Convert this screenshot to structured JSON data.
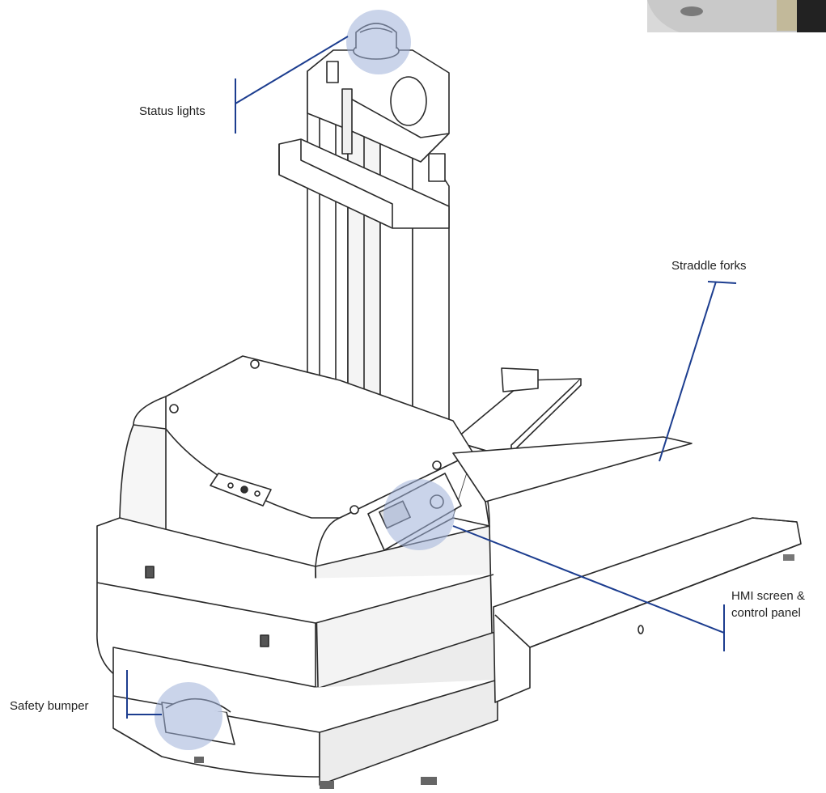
{
  "colors": {
    "callout_line": "#1c3d8f",
    "highlight": "#9fb0d8",
    "outline": "#2a2a2a",
    "body_fill": "#ffffff",
    "shade": "#e8e8e8"
  },
  "callouts": {
    "status_lights": "Status lights",
    "straddle_forks": "Straddle forks",
    "hmi_line1": "HMI screen &",
    "hmi_line2": "control panel",
    "safety_bumper": "Safety bumper"
  },
  "icons": {
    "status_lights": "beacon-icon",
    "hmi": "control-panel-icon",
    "bumper": "bumper-icon"
  }
}
